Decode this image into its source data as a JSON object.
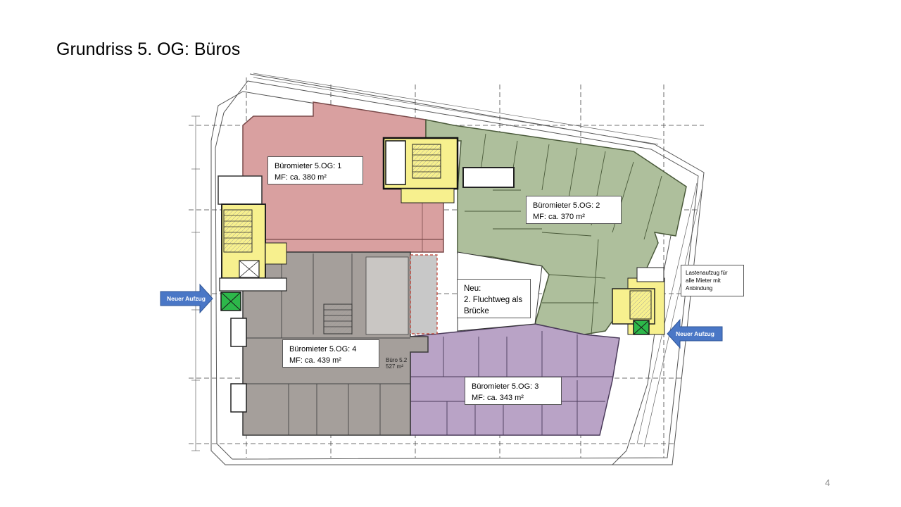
{
  "slide": {
    "title": "Grundriss 5. OG: Büros",
    "page_number": "4"
  },
  "colors": {
    "tenant1": "#d9a0a0",
    "tenant2": "#aebf9c",
    "tenant3": "#b9a3c6",
    "tenant4": "#a59f9b",
    "core": "#f7f08e",
    "elevator": "#2db84a",
    "arrow": "#4a77c6"
  },
  "tenants": [
    {
      "line1": "Büromieter 5.OG: 1",
      "line2": "MF: ca. 380 m²"
    },
    {
      "line1": "Büromieter 5.OG: 2",
      "line2": "MF: ca. 370 m²"
    },
    {
      "line1": "Büromieter 5.OG: 3",
      "line2": "MF: ca. 343 m²"
    },
    {
      "line1": "Büromieter 5.OG: 4",
      "line2": "MF: ca. 439 m²"
    }
  ],
  "bridge_note": {
    "line1": "Neu:",
    "line2": "2. Fluchtweg als",
    "line3": "Brücke"
  },
  "freight_note": {
    "line1": "Lastenaufzug für",
    "line2": "alle Mieter mit",
    "line3": "Anbindung"
  },
  "new_elevator_label": "Neuer Aufzug",
  "plan_labels": {
    "buro_52": "Büro 5.2",
    "area_527": "527 m²"
  }
}
